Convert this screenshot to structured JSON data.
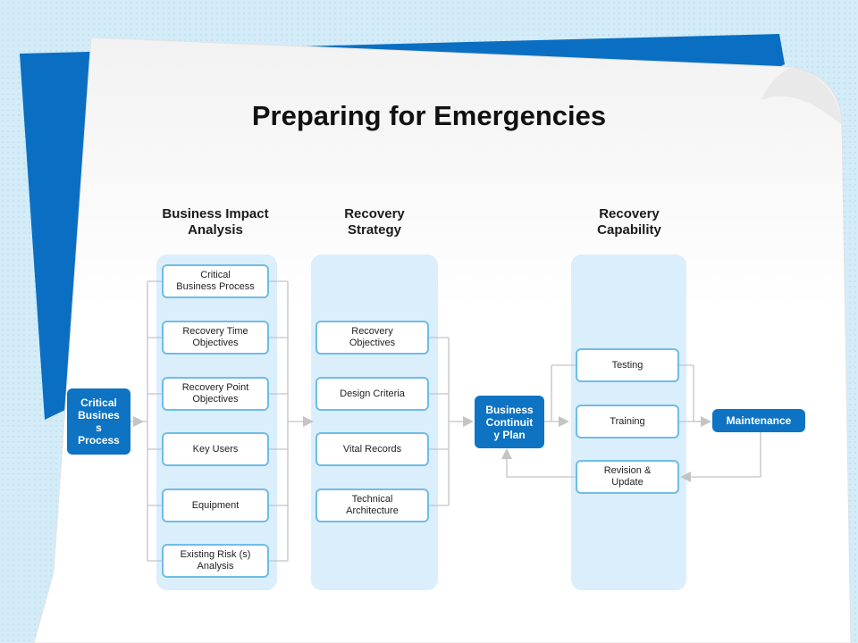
{
  "title": "Preparing for Emergencies",
  "columns": {
    "bia": "Business Impact\nAnalysis",
    "strategy": "Recovery\nStrategy",
    "capability": "Recovery\nCapability"
  },
  "input_node": "Critical\nBusines\ns\nProcess",
  "bia_items": [
    "Critical\nBusiness Process",
    "Recovery Time\nObjectives",
    "Recovery Point\nObjectives",
    "Key Users",
    "Equipment",
    "Existing Risk (s)\nAnalysis"
  ],
  "strategy_items": [
    "Recovery\nObjectives",
    "Design Criteria",
    "Vital Records",
    "Technical\nArchitecture"
  ],
  "plan_node": "Business\nContinuit\ny Plan",
  "capability_items": [
    "Testing",
    "Training",
    "Revision &\nUpdate"
  ],
  "output_node": "Maintenance",
  "colors": {
    "accent_dark": "#0e73c2",
    "node_border": "#6fbde8",
    "panel": "#dbeefb",
    "connector": "#c4c4c4"
  }
}
